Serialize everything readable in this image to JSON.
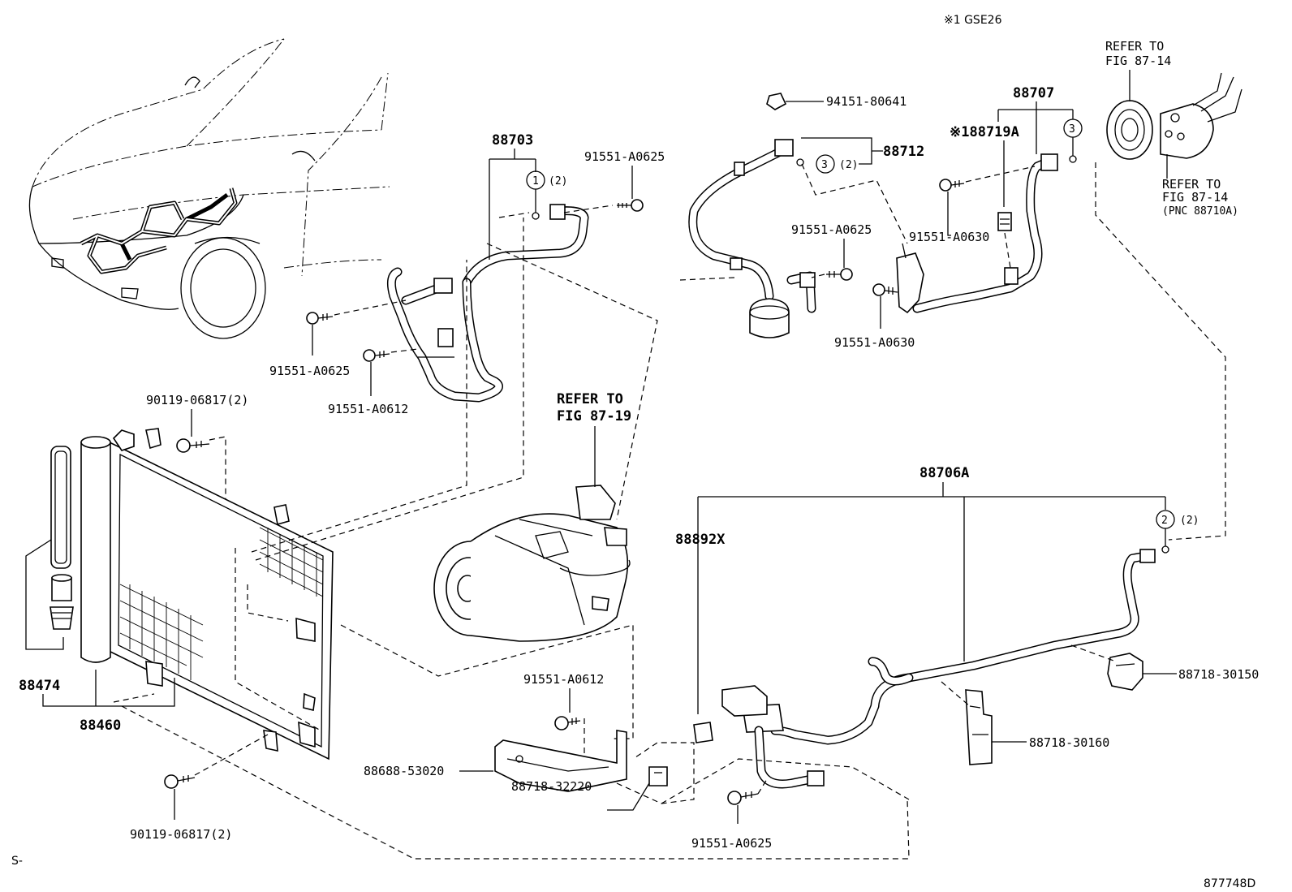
{
  "header": {
    "note": "※1 GSE26"
  },
  "labels": {
    "p88703": "88703",
    "p91551_a0625_a": "91551-A0625",
    "p91551_a0625_b": "91551-A0625",
    "p91551_a0612_a": "91551-A0612",
    "p90119_top": "90119-06817(2)",
    "p94151": "94151-80641",
    "p88712": "88712",
    "p88707": "88707",
    "p88719a": "※188719A",
    "p91551_a0625_c": "91551-A0625",
    "p91551_a0630_a": "91551-A0630",
    "p91551_a0630_b": "91551-A0630",
    "refer_1914_a": "REFER TO",
    "refer_1914_b": "FIG 87-14",
    "refer_2914_a": "REFER TO",
    "refer_2914_b": "FIG 87-14",
    "refer_2914_c": "(PNC 88710A)",
    "refer_19_a": "REFER TO",
    "refer_19_b": "FIG 87-19",
    "p88706a": "88706A",
    "p88892x": "88892X",
    "p88474": "88474",
    "p88460": "88460",
    "p91551_a0612_b": "91551-A0612",
    "p88688": "88688-53020",
    "p88718_32220": "88718-32220",
    "p90119_bottom": "90119-06817(2)",
    "p91551_a0625_d": "91551-A0625",
    "p88718_30150": "88718-30150",
    "p88718_30160": "88718-30160"
  },
  "callouts": {
    "c1": "1",
    "c1_qty": "(2)",
    "c3a": "3",
    "c3a_qty": "(2)",
    "c3b": "3",
    "c2": "2",
    "c2_qty": "(2)"
  },
  "footer": {
    "left_mark": "S-",
    "figure_id": "877748D"
  }
}
